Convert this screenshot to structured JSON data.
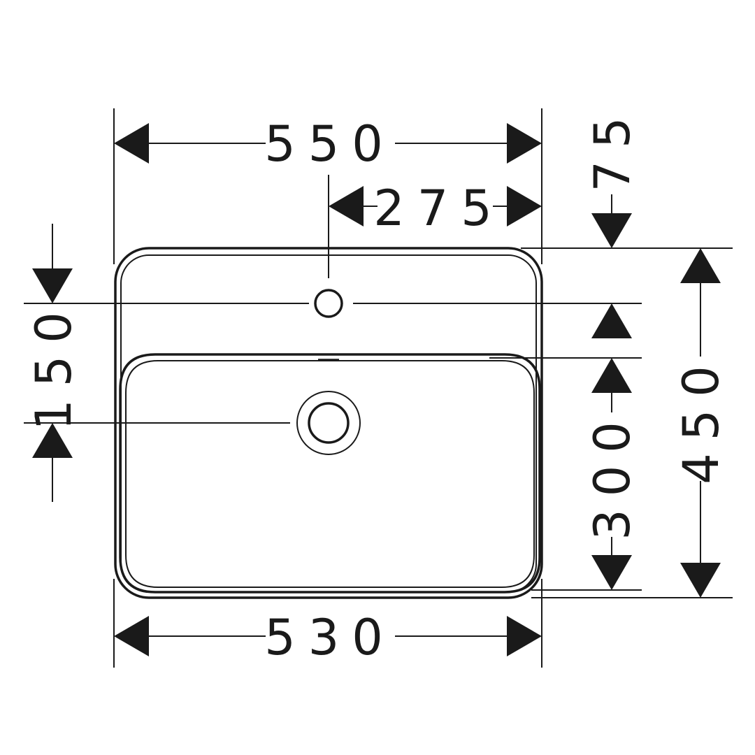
{
  "dimensions": {
    "total_width": "550",
    "tap_hole_offset": "275",
    "tap_hole_from_back": "75",
    "tap_to_drain": "150",
    "bowl_depth": "300",
    "total_depth": "450",
    "bottom_width": "530"
  },
  "colors": {
    "line": "#1a1a1a",
    "background": "#ffffff"
  }
}
